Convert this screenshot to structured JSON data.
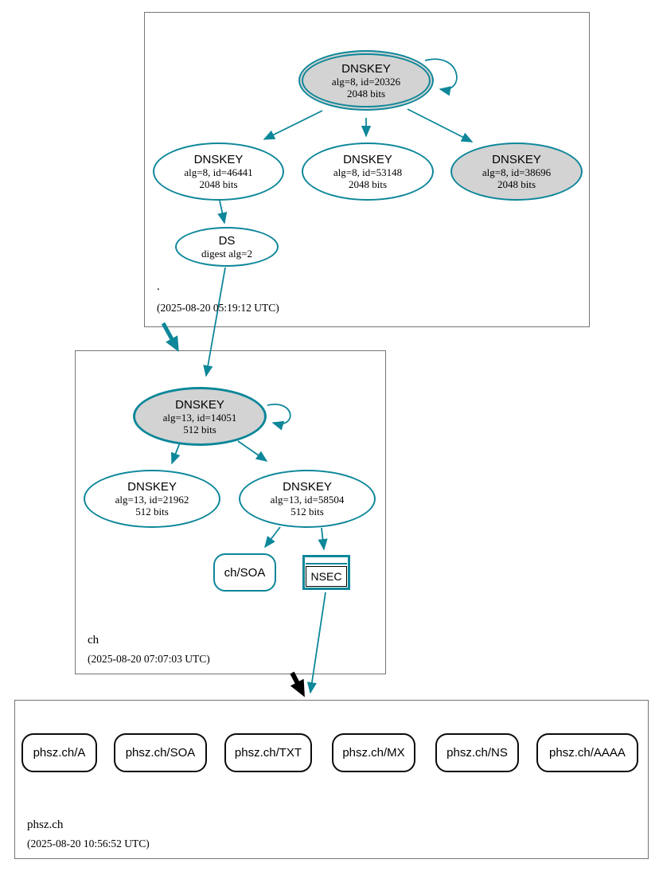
{
  "colors": {
    "secure_teal": "#0d8799",
    "insecure_black": "#000000",
    "ksk_fill_gray": "#d3d3d3",
    "zone_box_border": "#757575"
  },
  "zones": [
    {
      "label": ".",
      "timestamp": "(2025-08-20 05:19:12 UTC)",
      "nodes": {
        "ksk": {
          "title": "DNSKEY",
          "detail": "alg=8, id=20326",
          "bits": "2048 bits"
        },
        "zsk1": {
          "title": "DNSKEY",
          "detail": "alg=8, id=46441",
          "bits": "2048 bits"
        },
        "zsk2": {
          "title": "DNSKEY",
          "detail": "alg=8, id=53148",
          "bits": "2048 bits"
        },
        "zsk3": {
          "title": "DNSKEY",
          "detail": "alg=8, id=38696",
          "bits": "2048 bits"
        },
        "ds": {
          "title": "DS",
          "detail": "digest alg=2"
        }
      }
    },
    {
      "label": "ch",
      "timestamp": "(2025-08-20 07:07:03 UTC)",
      "nodes": {
        "ksk": {
          "title": "DNSKEY",
          "detail": "alg=13, id=14051",
          "bits": "512 bits"
        },
        "zsk1": {
          "title": "DNSKEY",
          "detail": "alg=13, id=21962",
          "bits": "512 bits"
        },
        "zsk2": {
          "title": "DNSKEY",
          "detail": "alg=13, id=58504",
          "bits": "512 bits"
        },
        "soa": {
          "label": "ch/SOA"
        },
        "nsec": {
          "label": "NSEC"
        }
      }
    },
    {
      "label": "phsz.ch",
      "timestamp": "(2025-08-20 10:56:52 UTC)",
      "rrsets": [
        {
          "label": "phsz.ch/A"
        },
        {
          "label": "phsz.ch/SOA"
        },
        {
          "label": "phsz.ch/TXT"
        },
        {
          "label": "phsz.ch/MX"
        },
        {
          "label": "phsz.ch/NS"
        },
        {
          "label": "phsz.ch/AAAA"
        }
      ]
    }
  ]
}
